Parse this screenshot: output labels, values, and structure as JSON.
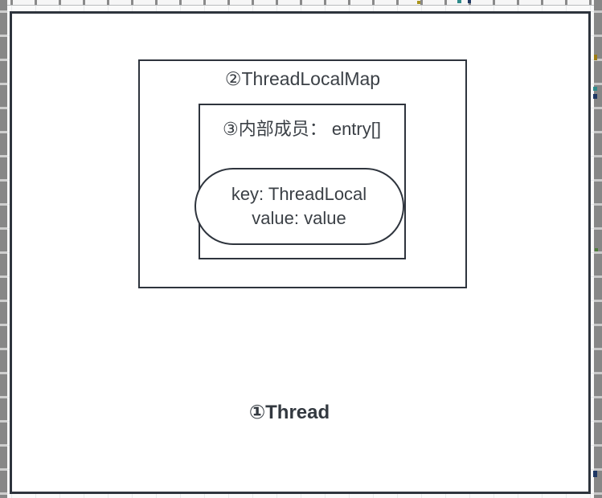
{
  "diagram": {
    "thread_label": "①Thread",
    "map_label": "②ThreadLocalMap",
    "entry_label": "③内部成员： entry[]",
    "pill": {
      "line1": "key: ThreadLocal",
      "line2": "value: value"
    }
  },
  "theme": {
    "shape_border_color": "#2e343d",
    "text_color": "#3b4046",
    "shape_fill": "#ffffff",
    "canvas_bg": "#fafafa",
    "grid_line_color": "#e8eaeb",
    "edge_strip_color": "#878787",
    "edge_artifact_colors": [
      "#a9941c",
      "#2e8b8b",
      "#1f3864",
      "#4e7d3a"
    ]
  }
}
